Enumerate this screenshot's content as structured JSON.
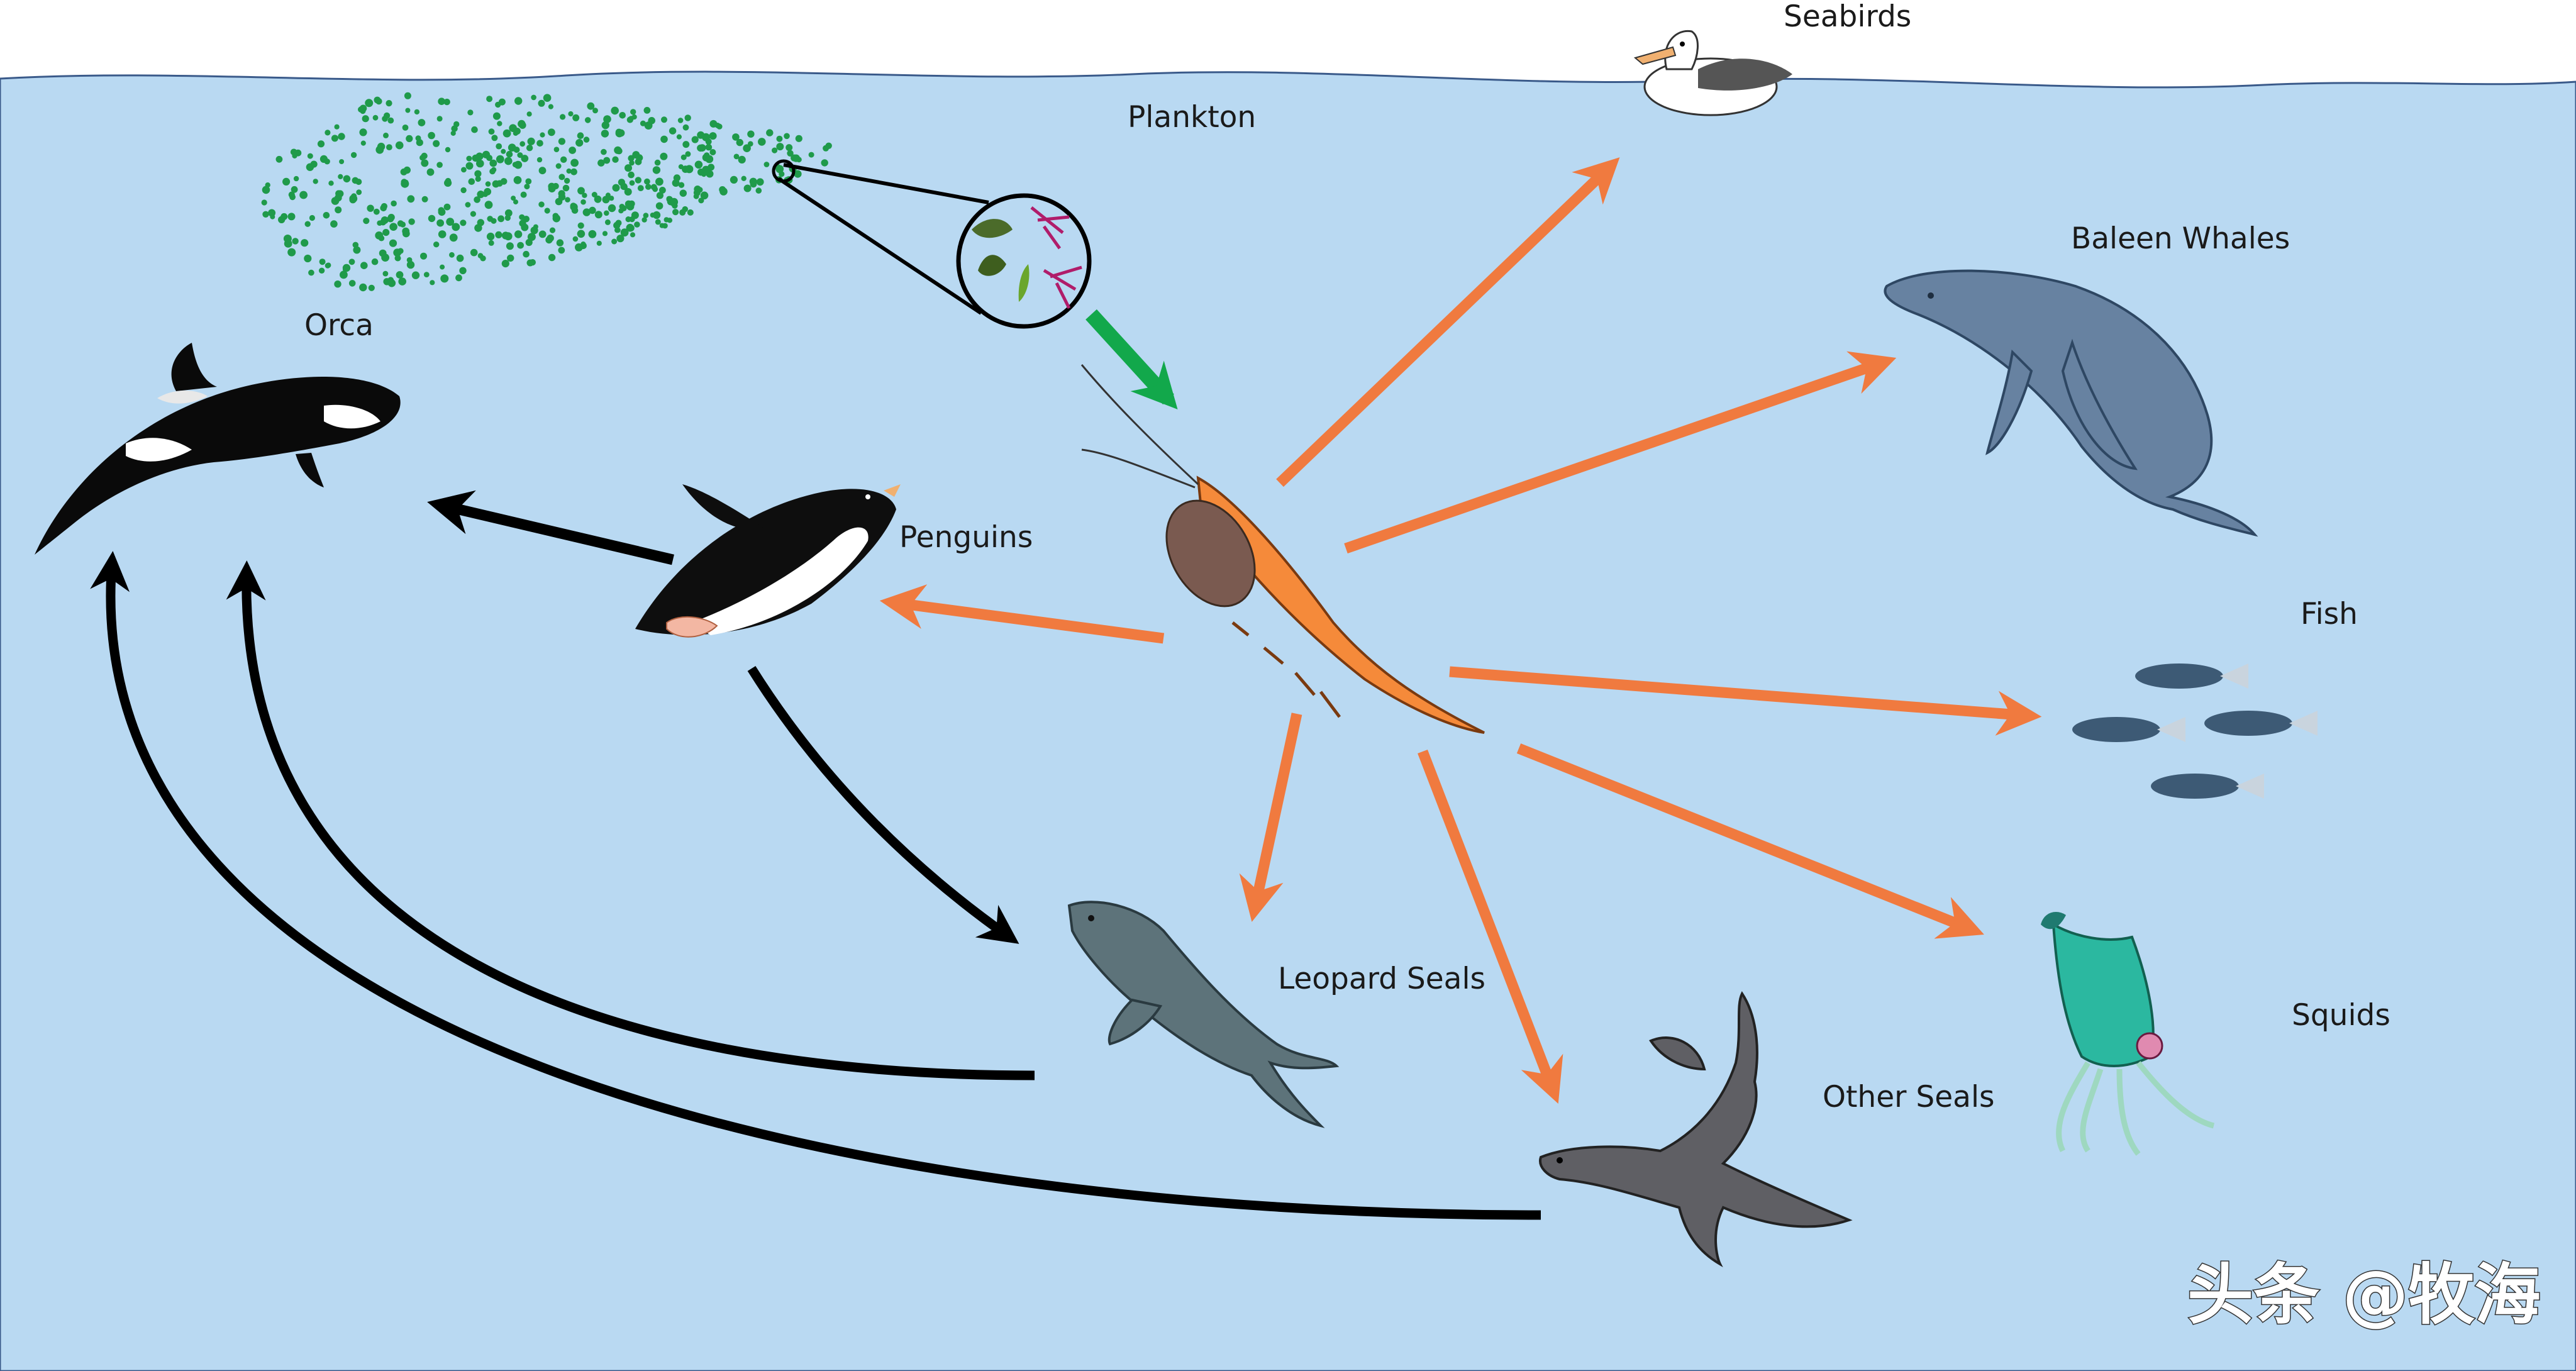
{
  "labels": {
    "seabirds": "Seabirds",
    "plankton": "Plankton",
    "baleen_whales": "Baleen Whales",
    "orca": "Orca",
    "penguins": "Penguins",
    "fish": "Fish",
    "leopard_seals": "Leopard Seals",
    "squids": "Squids",
    "other_seals": "Other Seals"
  },
  "watermark": "头条 @牧海",
  "colors": {
    "water": "#b9d9f2",
    "water_line": "#3a5a8a",
    "krill_arrow": "#f07a3f",
    "predator_arrow": "#000000",
    "plankton_arrow": "#12a84b",
    "plankton_dots": "#1f9a4a"
  },
  "icons": [
    "seabird-icon",
    "plankton-cloud-icon",
    "plankton-magnifier-icon",
    "krill-icon",
    "humpback-whale-icon",
    "orca-icon",
    "penguin-icon",
    "fish-school-icon",
    "leopard-seal-icon",
    "squid-icon",
    "fur-seal-icon"
  ]
}
